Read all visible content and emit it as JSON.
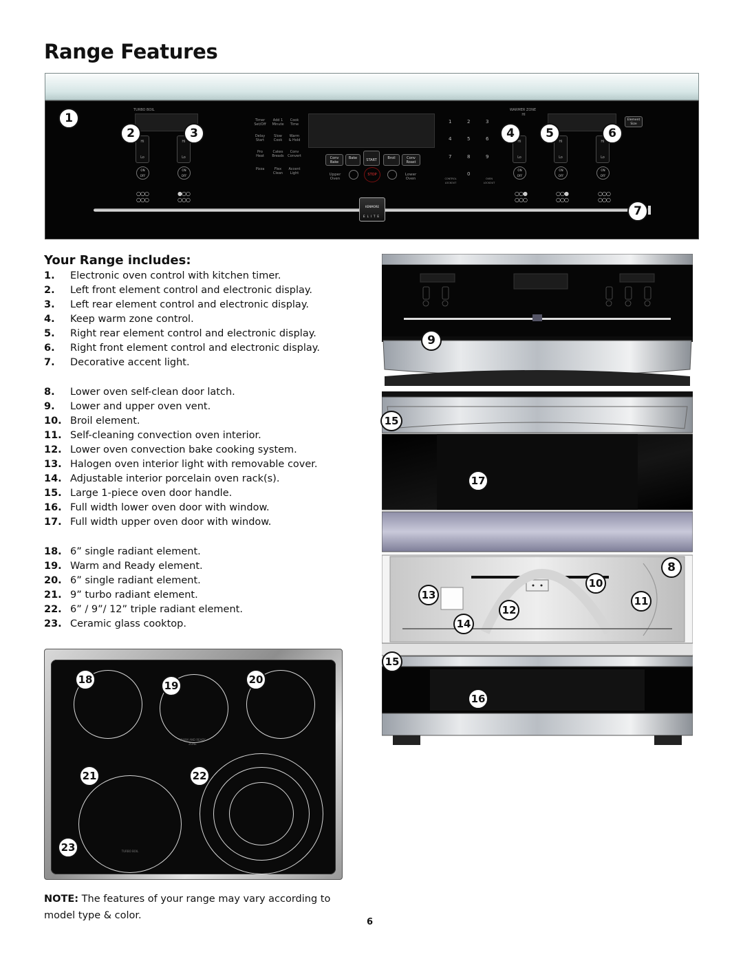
{
  "title": "Range Features",
  "panel": {
    "turbo_label": "TURBO BOIL",
    "warmer_label": "WARMER ZONE",
    "warmer_hi": "HI",
    "element_size": "Element Size",
    "hi": "Hi",
    "lo": "Lo",
    "on": "ON",
    "off": "OFF",
    "timer_keys": [
      {
        "l1": "Timer",
        "l2": "Set/Off"
      },
      {
        "l1": "Add 1",
        "l2": "Minute"
      },
      {
        "l1": "Cook",
        "l2": "Time"
      },
      {
        "l1": "Delay",
        "l2": "Start"
      },
      {
        "l1": "Slow",
        "l2": "Cook"
      },
      {
        "l1": "Warm",
        "l2": "& Hold"
      },
      {
        "l1": "Pro",
        "l2": "Heat"
      },
      {
        "l1": "Cakes",
        "l2": "Breads"
      },
      {
        "l1": "Conv",
        "l2": "Convert"
      },
      {
        "l1": "Pizza",
        "l2": ""
      },
      {
        "l1": "Flex",
        "l2": "Clean"
      },
      {
        "l1": "Accent",
        "l2": "Light"
      }
    ],
    "oven_keys": {
      "conv_bake": "Conv Bake",
      "bake": "Bake",
      "start": "START",
      "broil": "Broil",
      "conv_roast": "Conv Roast",
      "upper_oven": "Upper Oven",
      "stop": "STOP",
      "lower_oven": "Lower Oven"
    },
    "numpad": [
      "1",
      "2",
      "3",
      "4",
      "5",
      "6",
      "7",
      "8",
      "9",
      "0"
    ],
    "lock_label": "CONTROL LOCKOUT",
    "oven_lock_label": "OVEN LOCKOUT",
    "brand_top": "KENMORE",
    "brand_bottom": "ELITE",
    "callouts": [
      "1",
      "2",
      "3",
      "4",
      "5",
      "6",
      "7"
    ]
  },
  "list_heading": "Your Range includes:",
  "features": [
    {
      "num": "1.",
      "text": "Electronic oven control with kitchen timer."
    },
    {
      "num": "2.",
      "text": "Left front element control and electronic display."
    },
    {
      "num": "3.",
      "text": "Left rear element control and electronic display."
    },
    {
      "num": "4.",
      "text": "Keep warm zone control."
    },
    {
      "num": "5.",
      "text": "Right rear element control and electronic display."
    },
    {
      "num": "6.",
      "text": "Right front element control and electronic display."
    },
    {
      "num": "7.",
      "text": "Decorative accent light."
    },
    {
      "num": "8.",
      "text": "Lower oven self-clean door latch."
    },
    {
      "num": "9.",
      "text": "Lower and upper oven vent."
    },
    {
      "num": "10.",
      "text": "Broil element."
    },
    {
      "num": "11.",
      "text": "Self-cleaning convection oven interior."
    },
    {
      "num": "12.",
      "text": "Lower oven convection bake cooking system."
    },
    {
      "num": "13.",
      "text": "Halogen oven interior light with removable cover."
    },
    {
      "num": "14.",
      "text": "Adjustable interior porcelain oven rack(s)."
    },
    {
      "num": "15.",
      "text": "Large 1-piece oven door handle."
    },
    {
      "num": "16.",
      "text": "Full width lower oven door with window."
    },
    {
      "num": "17.",
      "text": "Full width upper oven door with window."
    },
    {
      "num": "18.",
      "text": "6” single radiant element."
    },
    {
      "num": "19.",
      "text": "Warm and Ready element."
    },
    {
      "num": "20.",
      "text": "6” single radiant element."
    },
    {
      "num": "21.",
      "text": "9” turbo radiant element."
    },
    {
      "num": "22.",
      "text": "6” / 9”/ 12” triple radiant element."
    },
    {
      "num": "23.",
      "text": "Ceramic glass cooktop."
    }
  ],
  "oven_callouts": [
    "9",
    "15",
    "17",
    "8",
    "10",
    "13",
    "11",
    "12",
    "14",
    "15",
    "16"
  ],
  "cooktop": {
    "callouts": [
      "18",
      "19",
      "20",
      "21",
      "22",
      "23"
    ],
    "warm_label": "WARM AND READY ZONE",
    "turbo_label": "TURBO BOIL"
  },
  "note": {
    "bold": "NOTE:",
    "text": " The features of your range may vary according to model type & color."
  },
  "page_number": "6"
}
